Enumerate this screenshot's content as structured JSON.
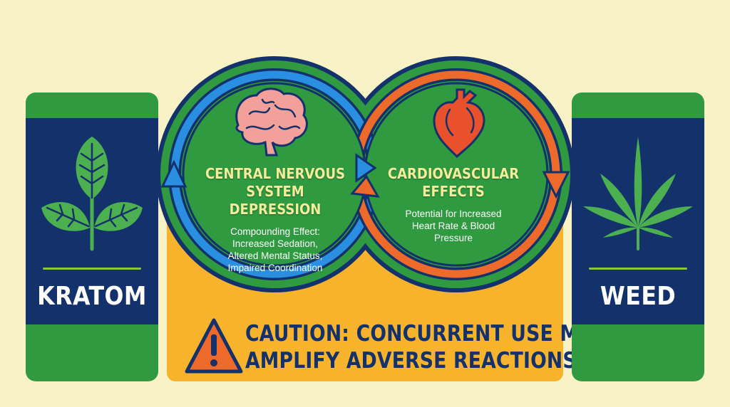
{
  "left_panel": {
    "label": "KRATOM",
    "icon": "leaf-icon"
  },
  "right_panel": {
    "label": "WEED",
    "icon": "cannabis-leaf-icon"
  },
  "cns": {
    "icon": "brain-icon",
    "title_lines": [
      "CENTRAL NERVOUS",
      "SYSTEM DEPRESSION"
    ],
    "desc_lines": [
      "Compounding Effect:",
      "Increased Sedation,",
      "Altered Mental Status,",
      "Impaired Coordination"
    ]
  },
  "cardio": {
    "icon": "heart-icon",
    "title_lines": [
      "CARDIOVASCULAR",
      "EFFECTS"
    ],
    "desc_lines": [
      "Potential for Increased",
      "Heart Rate & Blood",
      "Pressure"
    ]
  },
  "caution": {
    "icon": "warning-triangle-icon",
    "lines": [
      "CAUTION: CONCURRENT USE MAY",
      "AMPLIFY ADVERSE REACTIONS"
    ]
  },
  "colors": {
    "background": "#f8f2c6",
    "green": "#2f9a40",
    "navy": "#13316a",
    "blue_arrow": "#2a8fe0",
    "orange_arrow": "#ee6a2a",
    "caution_fill": "#f7b32c"
  }
}
